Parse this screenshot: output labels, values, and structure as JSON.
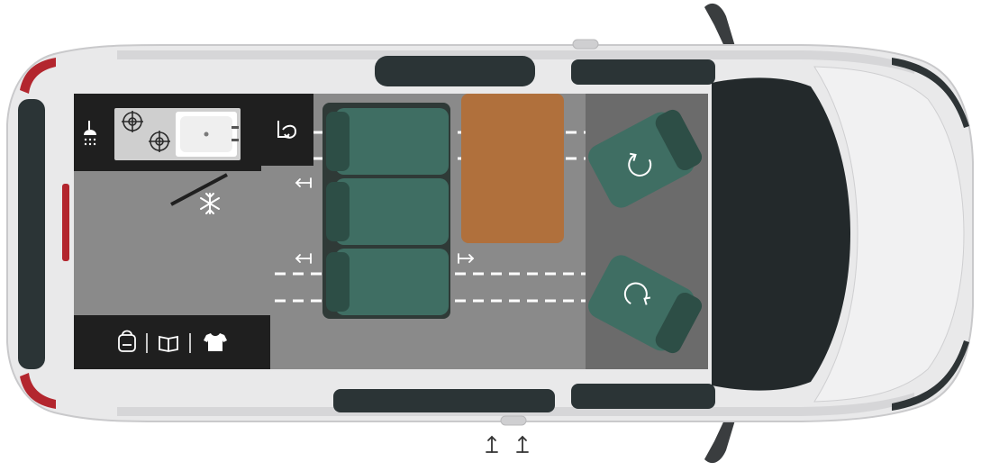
{
  "diagram": {
    "type": "campervan-floorplan",
    "view": "top-down",
    "colors": {
      "body": "#e9e9ea",
      "floor": "#8a8a8a",
      "cabin": "#6b6b6b",
      "panel": "#1f1f1f",
      "seat": "#3f6e63",
      "table": "#b0703c",
      "window": "#2b3436",
      "taillight": "#b3262e"
    },
    "kitchen": {
      "items": [
        {
          "name": "shower",
          "icon": "shower-icon"
        },
        {
          "name": "burner-left",
          "icon": "burner-icon"
        },
        {
          "name": "burner-right",
          "icon": "burner-icon"
        },
        {
          "name": "sink",
          "icon": "sink-icon"
        },
        {
          "name": "fridge",
          "icon": "snowflake-icon"
        }
      ]
    },
    "storage": {
      "icons": [
        "backpack-icon",
        "book-icon",
        "tshirt-icon"
      ]
    },
    "rear_bench": {
      "seats": 3,
      "fold_icon": "seat-fold-icon",
      "slide_directions": [
        "left",
        "left",
        "right"
      ]
    },
    "table": {
      "present": true
    },
    "front_seats": {
      "count": 2,
      "swivel_icons": [
        "rotate-clockwise-icon",
        "rotate-counterclockwise-icon"
      ]
    },
    "sliding_door": {
      "arrows": [
        "up",
        "up"
      ]
    }
  }
}
